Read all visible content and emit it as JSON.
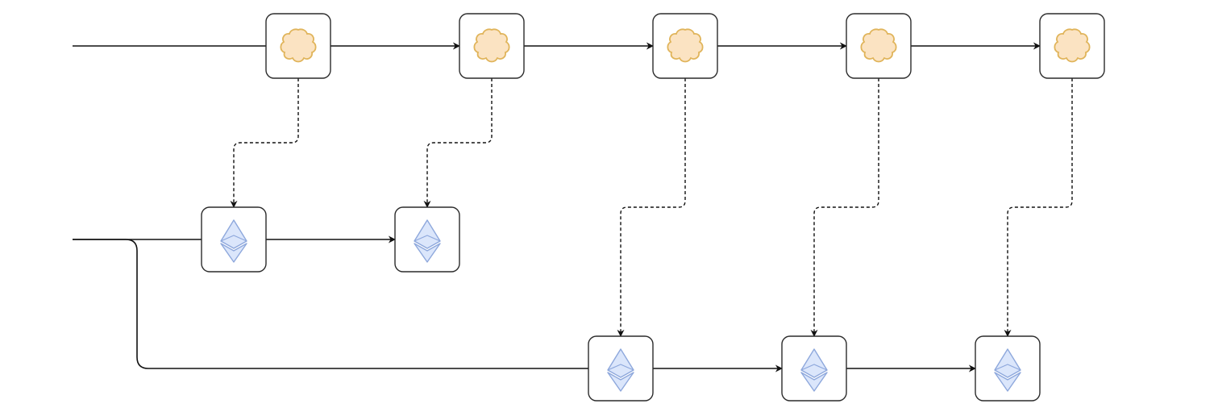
{
  "diagram": {
    "colors": {
      "line": "#111111",
      "node_border": "#2b2b2b",
      "node_fill": "#ffffff",
      "cloud_fill": "#fbe3c2",
      "cloud_stroke": "#e0b45a",
      "eth_fill": "#dbe6fb",
      "eth_stroke": "#8ea8dc"
    },
    "nodes": [
      {
        "id": "c1",
        "icon": "cloud-icon",
        "row": "top"
      },
      {
        "id": "c2",
        "icon": "cloud-icon",
        "row": "top"
      },
      {
        "id": "c3",
        "icon": "cloud-icon",
        "row": "top"
      },
      {
        "id": "c4",
        "icon": "cloud-icon",
        "row": "top"
      },
      {
        "id": "c5",
        "icon": "cloud-icon",
        "row": "top"
      },
      {
        "id": "e1",
        "icon": "ethereum-icon",
        "row": "middle"
      },
      {
        "id": "e2",
        "icon": "ethereum-icon",
        "row": "middle"
      },
      {
        "id": "e3",
        "icon": "ethereum-icon",
        "row": "bottom"
      },
      {
        "id": "e4",
        "icon": "ethereum-icon",
        "row": "bottom"
      },
      {
        "id": "e5",
        "icon": "ethereum-icon",
        "row": "bottom"
      }
    ],
    "edges": [
      {
        "from": "start-top",
        "to": "c1",
        "style": "solid",
        "arrow": false
      },
      {
        "from": "c1",
        "to": "c2",
        "style": "solid",
        "arrow": true
      },
      {
        "from": "c2",
        "to": "c3",
        "style": "solid",
        "arrow": true
      },
      {
        "from": "c3",
        "to": "c4",
        "style": "solid",
        "arrow": true
      },
      {
        "from": "c4",
        "to": "c5",
        "style": "solid",
        "arrow": true
      },
      {
        "from": "start-middle",
        "to": "e1",
        "style": "solid",
        "arrow": false
      },
      {
        "from": "e1",
        "to": "e2",
        "style": "solid",
        "arrow": true
      },
      {
        "from": "start-middle",
        "to": "e3",
        "style": "solid",
        "arrow": false
      },
      {
        "from": "e3",
        "to": "e4",
        "style": "solid",
        "arrow": true
      },
      {
        "from": "e4",
        "to": "e5",
        "style": "solid",
        "arrow": true
      },
      {
        "from": "c1",
        "to": "e1",
        "style": "dashed",
        "arrow": true
      },
      {
        "from": "c2",
        "to": "e2",
        "style": "dashed",
        "arrow": true
      },
      {
        "from": "c3",
        "to": "e3",
        "style": "dashed",
        "arrow": true
      },
      {
        "from": "c4",
        "to": "e4",
        "style": "dashed",
        "arrow": true
      },
      {
        "from": "c5",
        "to": "e5",
        "style": "dashed",
        "arrow": true
      }
    ]
  }
}
